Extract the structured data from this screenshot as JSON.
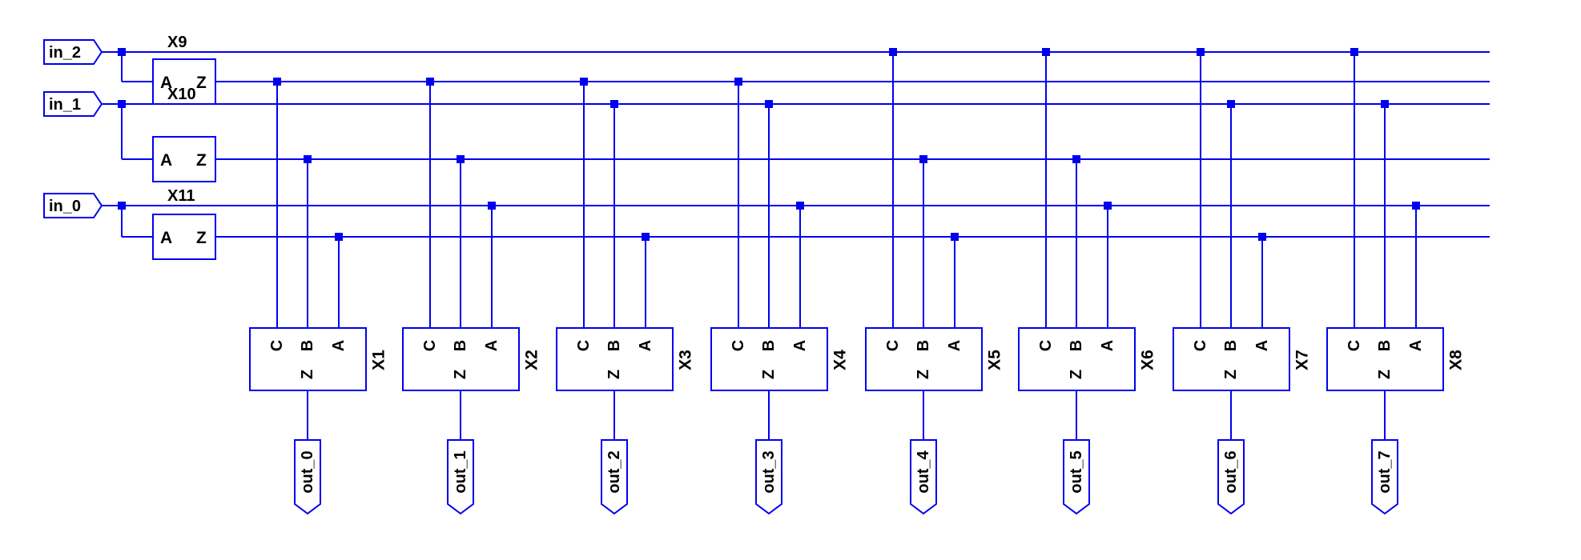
{
  "colors": {
    "wire": "#0000ee",
    "text": "#000000",
    "background": "#ffffff"
  },
  "inputs": [
    {
      "label": "in_2",
      "inverter": "X9"
    },
    {
      "label": "in_1",
      "inverter": "X10"
    },
    {
      "label": "in_0",
      "inverter": "X11"
    }
  ],
  "inverter_pins": {
    "in": "A",
    "out": "Z"
  },
  "decoder_pins": {
    "c": "C",
    "b": "B",
    "a": "A",
    "out": "Z"
  },
  "gates": [
    {
      "name": "X1",
      "output": "out_0"
    },
    {
      "name": "X2",
      "output": "out_1"
    },
    {
      "name": "X3",
      "output": "out_2"
    },
    {
      "name": "X4",
      "output": "out_3"
    },
    {
      "name": "X5",
      "output": "out_4"
    },
    {
      "name": "X6",
      "output": "out_5"
    },
    {
      "name": "X7",
      "output": "out_6"
    },
    {
      "name": "X8",
      "output": "out_7"
    }
  ]
}
